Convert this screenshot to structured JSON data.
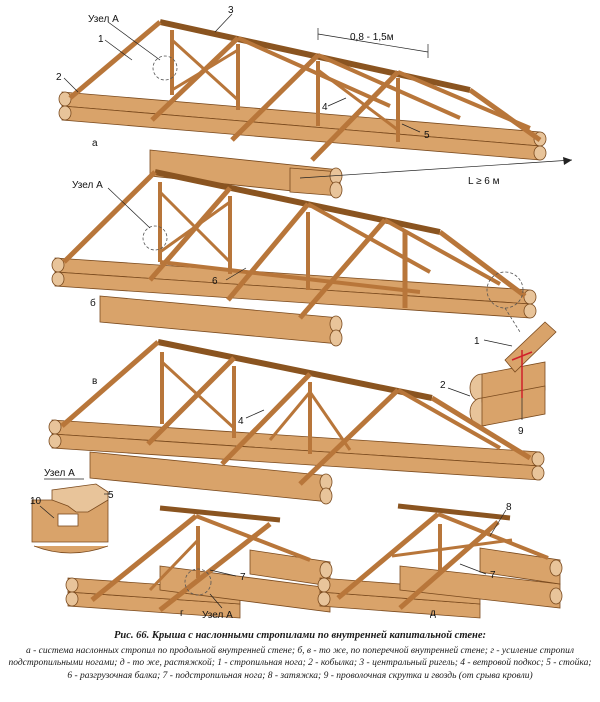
{
  "labels": {
    "uzel_a": "Узел А",
    "dimension_spacing": "0,8 - 1,5м",
    "dimension_span": "L ≥ 6 м",
    "variant_a": "а",
    "variant_b": "б",
    "variant_v": "в",
    "variant_g": "г",
    "variant_d": "д",
    "n1": "1",
    "n2": "2",
    "n3": "3",
    "n4": "4",
    "n5": "5",
    "n6": "6",
    "n7": "7",
    "n8": "8",
    "n9": "9",
    "n10": "10"
  },
  "caption": {
    "title": "Рис. 66. Крыша с наслонными стропилами по внутренней капитальной стене:",
    "body": "а - система наслонных стропил по продольной внутренней стене; б, в - то же, по поперечной внутренней стене; г - усиление стропил подстропильными ногами; д - то же, растяжкой; 1 - стропильная нога; 2 - кобылка; 3 - центральный ригель; 4 - ветровой подкос; 5 - стойка; 6 - разгрузочная балка; 7 - подстропильная нога; 8 - затяжка; 9 - проволочная скрутка и гвоздь (от срыва кровли)"
  },
  "colors": {
    "wood_light": "#e8c49a",
    "wood_mid": "#d9a36a",
    "wood_dark": "#b8763a",
    "outline": "#7a4a1e"
  }
}
